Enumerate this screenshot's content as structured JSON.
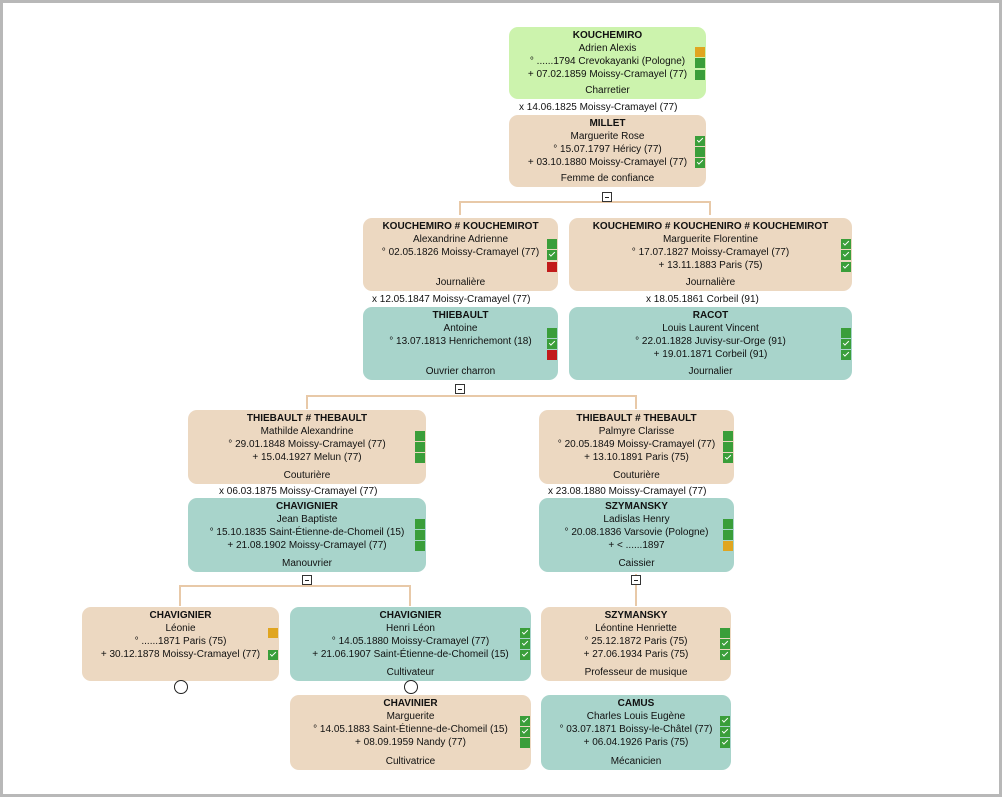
{
  "persons": {
    "kouchemiro_adrien": {
      "name": "KOUCHEMIRO",
      "given": "Adrien Alexis",
      "birth": "° ......1794 Crevokayanki (Pologne)",
      "death": "+ 07.02.1859 Moissy-Cramayel (77)",
      "occupation": "Charretier"
    },
    "millet": {
      "name": "MILLET",
      "given": "Marguerite Rose",
      "birth": "° 15.07.1797 Héricy (77)",
      "death": "+ 03.10.1880 Moissy-Cramayel (77)",
      "occupation": "Femme de confiance"
    },
    "alexandrine": {
      "name": "KOUCHEMIRO # KOUCHEMIROT",
      "given": "Alexandrine Adrienne",
      "birth": "° 02.05.1826 Moissy-Cramayel (77)",
      "occupation": "Journalière"
    },
    "marguerite_f": {
      "name": "KOUCHEMIRO # KOUCHENIRO # KOUCHEMIROT",
      "given": "Marguerite Florentine",
      "birth": "° 17.07.1827 Moissy-Cramayel (77)",
      "death": "+ 13.11.1883 Paris (75)",
      "occupation": "Journalière"
    },
    "thiebault": {
      "name": "THIEBAULT",
      "given": "Antoine",
      "birth": "° 13.07.1813 Henrichemont (18)",
      "occupation": "Ouvrier charron"
    },
    "racot": {
      "name": "RACOT",
      "given": "Louis Laurent Vincent",
      "birth": "° 22.01.1828 Juvisy-sur-Orge (91)",
      "death": "+ 19.01.1871 Corbeil (91)",
      "occupation": "Journalier"
    },
    "mathilde": {
      "name": "THIEBAULT # THEBAULT",
      "given": "Mathilde Alexandrine",
      "birth": "° 29.01.1848 Moissy-Cramayel (77)",
      "death": "+ 15.04.1927 Melun (77)",
      "occupation": "Couturière"
    },
    "palmyre": {
      "name": "THIEBAULT # THEBAULT",
      "given": "Palmyre Clarisse",
      "birth": "° 20.05.1849 Moissy-Cramayel (77)",
      "death": "+ 13.10.1891 Paris (75)",
      "occupation": "Couturière"
    },
    "chavignier_jb": {
      "name": "CHAVIGNIER",
      "given": "Jean Baptiste",
      "birth": "° 15.10.1835 Saint-Étienne-de-Chomeil (15)",
      "death": "+ 21.08.1902 Moissy-Cramayel (77)",
      "occupation": "Manouvrier"
    },
    "szymansky_l": {
      "name": "SZYMANSKY",
      "given": "Ladislas Henry",
      "birth": "° 20.08.1836 Varsovie (Pologne)",
      "death": "+ < ......1897",
      "occupation": "Caissier"
    },
    "leonie": {
      "name": "CHAVIGNIER",
      "given": "Léonie",
      "birth": "° ......1871 Paris (75)",
      "death": "+ 30.12.1878 Moissy-Cramayel (77)"
    },
    "henri": {
      "name": "CHAVIGNIER",
      "given": "Henri Léon",
      "birth": "° 14.05.1880 Moissy-Cramayel (77)",
      "death": "+ 21.06.1907 Saint-Étienne-de-Chomeil (15)",
      "occupation": "Cultivateur"
    },
    "leontine": {
      "name": "SZYMANSKY",
      "given": "Léontine Henriette",
      "birth": "° 25.12.1872 Paris (75)",
      "death": "+ 27.06.1934 Paris (75)",
      "occupation": "Professeur de musique"
    },
    "chavinier": {
      "name": "CHAVINIER",
      "given": "Marguerite",
      "birth": "° 14.05.1883 Saint-Étienne-de-Chomeil (15)",
      "death": "+ 08.09.1959 Nandy (77)",
      "occupation": "Cultivatrice"
    },
    "camus": {
      "name": "CAMUS",
      "given": "Charles Louis Eugène",
      "birth": "° 03.07.1871 Boissy-le-Châtel (77)",
      "death": "+ 06.04.1926 Paris (75)",
      "occupation": "Mécanicien"
    }
  },
  "marriages": {
    "m1": "x 14.06.1825 Moissy-Cramayel (77)",
    "m2": "x 12.05.1847 Moissy-Cramayel (77)",
    "m3": "x 18.05.1861 Corbeil (91)",
    "m4": "x 06.03.1875 Moissy-Cramayel (77)",
    "m5": "x 23.08.1880 Moissy-Cramayel (77)"
  },
  "colors": {
    "female": "#ecd8c1",
    "male": "#a8d4cb",
    "root": "#ccf3ad",
    "source_green": "#3a9e3a",
    "source_orange": "#e0a520",
    "source_red": "#c21b1b",
    "connector": "#e8c9a8"
  }
}
